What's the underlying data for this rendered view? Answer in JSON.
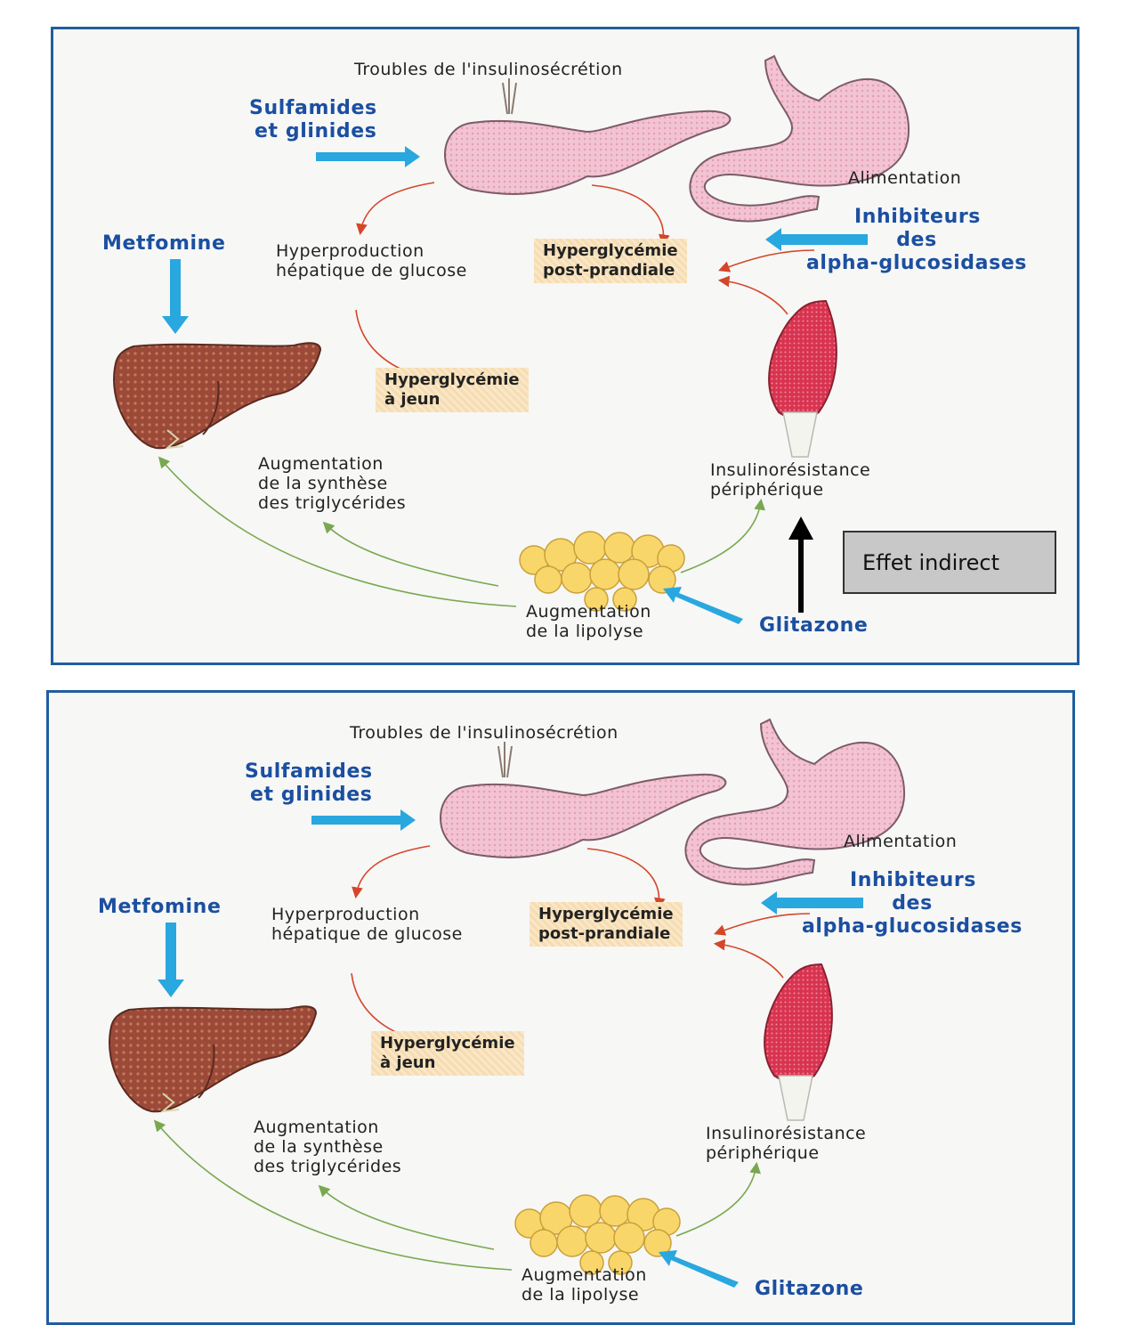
{
  "panels": [
    {
      "troubles": "Troubles de l'insulinosécrétion",
      "sulfamides_line1": "Sulfamides",
      "sulfamides_line2": "et glinides",
      "metformine": "Metfomine",
      "hyperproduction_line1": "Hyperproduction",
      "hyperproduction_line2": "hépatique de glucose",
      "hyper_post_line1": "Hyperglycémie",
      "hyper_post_line2": "post-prandiale",
      "hyper_jeun_line1": "Hyperglycémie",
      "hyper_jeun_line2": "à jeun",
      "alimentation": "Alimentation",
      "inhibiteurs_line1": "Inhibiteurs",
      "inhibiteurs_line2": "des",
      "inhibiteurs_line3": "alpha-glucosidases",
      "augm_synthese_line1": "Augmentation",
      "augm_synthese_line2": "de la synthèse",
      "augm_synthese_line3": "des triglycérides",
      "insulino_line1": "Insulinorésistance",
      "insulino_line2": "périphérique",
      "augm_lipolyse_line1": "Augmentation",
      "augm_lipolyse_line2": "de la lipolyse",
      "glitazone": "Glitazone"
    },
    {
      "troubles": "Troubles de l'insulinosécrétion",
      "sulfamides_line1": "Sulfamides",
      "sulfamides_line2": "et glinides",
      "metformine": "Metfomine",
      "hyperproduction_line1": "Hyperproduction",
      "hyperproduction_line2": "hépatique de glucose",
      "hyper_post_line1": "Hyperglycémie",
      "hyper_post_line2": "post-prandiale",
      "hyper_jeun_line1": "Hyperglycémie",
      "hyper_jeun_line2": "à jeun",
      "alimentation": "Alimentation",
      "inhibiteurs_line1": "Inhibiteurs",
      "inhibiteurs_line2": "des",
      "inhibiteurs_line3": "alpha-glucosidases",
      "augm_synthese_line1": "Augmentation",
      "augm_synthese_line2": "de la synthèse",
      "augm_synthese_line3": "des triglycérides",
      "insulino_line1": "Insulinorésistance",
      "insulino_line2": "périphérique",
      "augm_lipolyse_line1": "Augmentation",
      "augm_lipolyse_line2": "de la lipolyse",
      "glitazone": "Glitazone"
    }
  ],
  "annotation": {
    "effet_indirect": "Effet indirect"
  },
  "colors": {
    "frame": "#1f5e9e",
    "drug_text": "#1b4fa0",
    "drug_arrow": "#29a7df",
    "red_arrow": "#d4462a",
    "green_arrow": "#7aa850"
  }
}
